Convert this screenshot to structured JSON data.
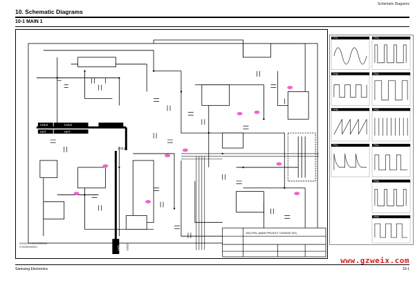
{
  "header": {
    "top_right": "Schematic Diagrams"
  },
  "section": {
    "title": "10. Schematic Diagrams",
    "subtitle": "10-1 MAIN 1"
  },
  "schematic": {
    "labels": {
      "cold_left": "COLD",
      "hot_left": "HOT",
      "cold_mid": "COLD",
      "hot_mid": "HOT",
      "cold_right": "COLD",
      "hot_bottom": "HOT",
      "cold_bottom": "COLD",
      "title_block_text": "SS4.FFAL (MAIN PROJECT CHASSIS S/S)"
    },
    "note_lines": [
      "XXXXXX X XXXXXXXXXX",
      "X XXXXXXXXXX"
    ]
  },
  "waveforms": [
    {
      "label": "TP47"
    },
    {
      "label": "TP05"
    },
    {
      "label": "TP46"
    },
    {
      "label": "TP02"
    },
    {
      "label": "TP45"
    },
    {
      "label": "TP03"
    },
    {
      "label": "TP10"
    },
    {
      "label": "TP04"
    },
    {
      "label": "TP06"
    },
    {
      "label": "TP06"
    }
  ],
  "footer": {
    "left": "Samsung Electronics",
    "right": "10-1"
  },
  "watermark": {
    "text": "www.gzweix.com"
  }
}
